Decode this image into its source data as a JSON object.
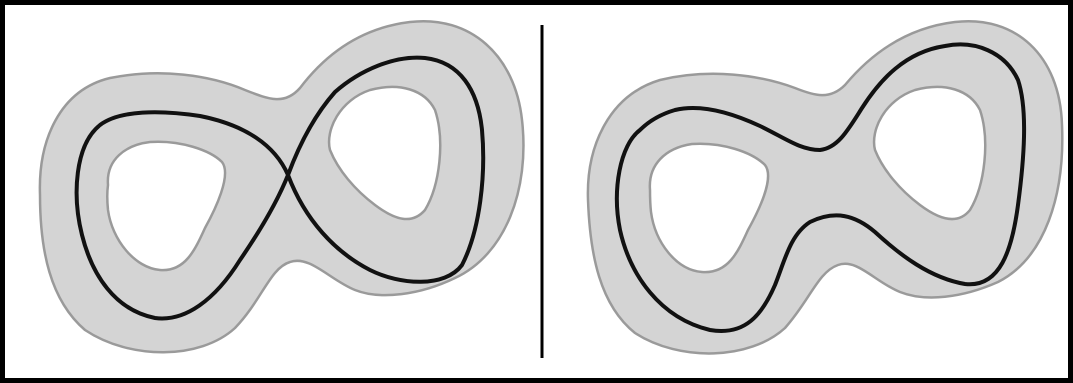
{
  "figure": {
    "panel_count": 2,
    "colors": {
      "background": "#ffffff",
      "frame": "#000000",
      "region_fill": "#d4d4d4",
      "region_edge": "#9a9a9a",
      "curve": "#111111",
      "divider": "#000000"
    },
    "panels": [
      {
        "curve_shape": "figure-eight (self-intersecting)"
      },
      {
        "curve_shape": "simple closed loop around both holes"
      }
    ]
  }
}
